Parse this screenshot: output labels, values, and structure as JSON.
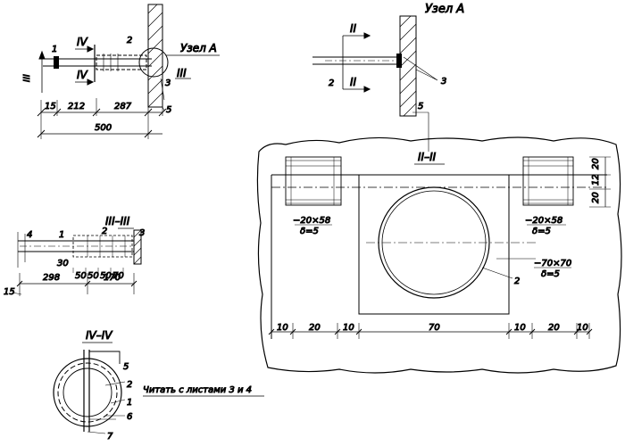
{
  "labels": {
    "uzel_a_left": "Узел А",
    "uzel_a_title": "Узел А",
    "section_II_II": "II–II",
    "section_III_III": "III–III",
    "section_IV_IV": "IV–IV",
    "read_note": "Читать с листами 3 и 4",
    "IV": "IV",
    "III": "III",
    "II": "II"
  },
  "callouts": [
    "1",
    "2",
    "3",
    "4",
    "5",
    "6",
    "7"
  ],
  "dimensions_top_left": [
    "15",
    "212",
    "287",
    "5",
    "500"
  ],
  "dimensions_III": [
    "30",
    "50",
    "50",
    "50",
    "70",
    "15",
    "298",
    "170"
  ],
  "dimensions_II_bottom": [
    "10",
    "20",
    "10",
    "70",
    "10",
    "20",
    "10"
  ],
  "dimensions_II_right": [
    "20",
    "12",
    "20"
  ],
  "dimensions_top_right": [
    "5"
  ],
  "plate_left": {
    "size": "−20×58",
    "thickness": "δ=5"
  },
  "plate_right": {
    "size": "−20×58",
    "thickness": "δ=5"
  },
  "plate_center": {
    "size": "−70×70",
    "thickness": "δ=5"
  }
}
